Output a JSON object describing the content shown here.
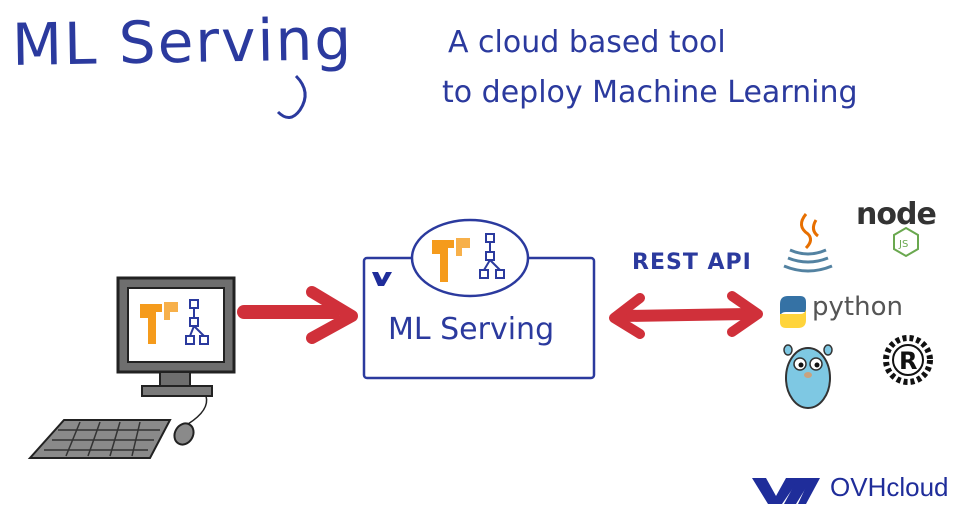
{
  "header": {
    "title": "ML Serving",
    "subtitle_line1": "A cloud based tool",
    "subtitle_line2": "to deploy Machine Learning"
  },
  "diagram": {
    "service_label": "ML Serving",
    "connection_label": "REST API",
    "clients": {
      "python": "python",
      "node": "node",
      "node_badge": "JS",
      "rust": "R"
    },
    "icons": [
      "computer-icon",
      "tensorflow-icon",
      "graph-icon",
      "java-icon",
      "node-icon",
      "python-icon",
      "go-gopher-icon",
      "rust-icon",
      "ovh-logo-icon"
    ]
  },
  "branding": {
    "company": "OVHcloud"
  },
  "colors": {
    "ink": "#2b3a9e",
    "arrow": "#d0303a",
    "tensorflow": "#f59b1c"
  }
}
